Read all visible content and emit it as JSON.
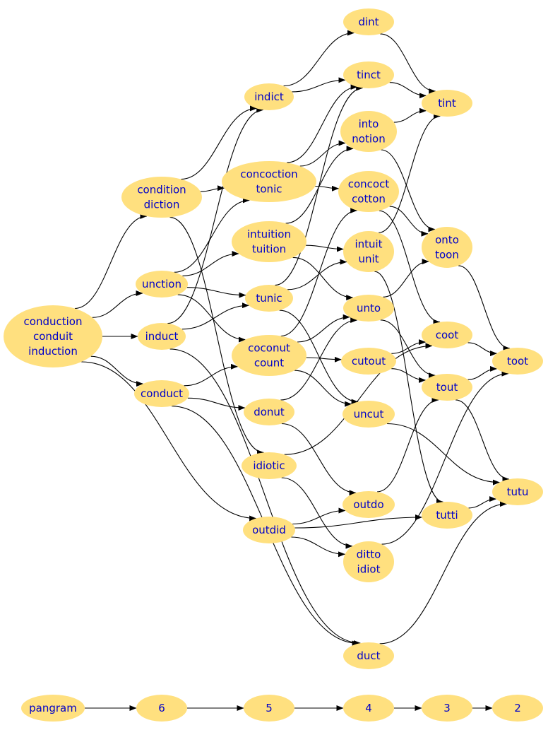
{
  "graph": {
    "node_color": "#ffe07f",
    "label_color": "#0000c8",
    "edge_color": "#000000",
    "nodes": [
      {
        "id": "conduction",
        "lines": [
          "conduction",
          "conduit",
          "induction"
        ]
      },
      {
        "id": "condition",
        "lines": [
          "condition",
          "diction"
        ]
      },
      {
        "id": "unction",
        "lines": [
          "unction"
        ]
      },
      {
        "id": "induct",
        "lines": [
          "induct"
        ]
      },
      {
        "id": "conduct",
        "lines": [
          "conduct"
        ]
      },
      {
        "id": "indict",
        "lines": [
          "indict"
        ]
      },
      {
        "id": "concoction",
        "lines": [
          "concoction",
          "tonic"
        ]
      },
      {
        "id": "intuition",
        "lines": [
          "intuition",
          "tuition"
        ]
      },
      {
        "id": "tunic",
        "lines": [
          "tunic"
        ]
      },
      {
        "id": "coconut",
        "lines": [
          "coconut",
          "count"
        ]
      },
      {
        "id": "donut",
        "lines": [
          "donut"
        ]
      },
      {
        "id": "idiotic",
        "lines": [
          "idiotic"
        ]
      },
      {
        "id": "outdid",
        "lines": [
          "outdid"
        ]
      },
      {
        "id": "dint",
        "lines": [
          "dint"
        ]
      },
      {
        "id": "tinct",
        "lines": [
          "tinct"
        ]
      },
      {
        "id": "into",
        "lines": [
          "into",
          "notion"
        ]
      },
      {
        "id": "concoct",
        "lines": [
          "concoct",
          "cotton"
        ]
      },
      {
        "id": "intuit",
        "lines": [
          "intuit",
          "unit"
        ]
      },
      {
        "id": "unto",
        "lines": [
          "unto"
        ]
      },
      {
        "id": "cutout",
        "lines": [
          "cutout"
        ]
      },
      {
        "id": "uncut",
        "lines": [
          "uncut"
        ]
      },
      {
        "id": "outdo",
        "lines": [
          "outdo"
        ]
      },
      {
        "id": "ditto",
        "lines": [
          "ditto",
          "idiot"
        ]
      },
      {
        "id": "duct",
        "lines": [
          "duct"
        ]
      },
      {
        "id": "tint",
        "lines": [
          "tint"
        ]
      },
      {
        "id": "onto",
        "lines": [
          "onto",
          "toon"
        ]
      },
      {
        "id": "coot",
        "lines": [
          "coot"
        ]
      },
      {
        "id": "tout",
        "lines": [
          "tout"
        ]
      },
      {
        "id": "tutti",
        "lines": [
          "tutti"
        ]
      },
      {
        "id": "toot",
        "lines": [
          "toot"
        ]
      },
      {
        "id": "tutu",
        "lines": [
          "tutu"
        ]
      },
      {
        "id": "pangram",
        "lines": [
          "pangram"
        ]
      },
      {
        "id": "n6",
        "lines": [
          "6"
        ]
      },
      {
        "id": "n5",
        "lines": [
          "5"
        ]
      },
      {
        "id": "n4",
        "lines": [
          "4"
        ]
      },
      {
        "id": "n3",
        "lines": [
          "3"
        ]
      },
      {
        "id": "n2",
        "lines": [
          "2"
        ]
      }
    ],
    "edges": [
      [
        "conduction",
        "condition"
      ],
      [
        "conduction",
        "unction"
      ],
      [
        "conduction",
        "induct"
      ],
      [
        "conduction",
        "conduct"
      ],
      [
        "conduction",
        "outdid"
      ],
      [
        "condition",
        "indict"
      ],
      [
        "condition",
        "concoction"
      ],
      [
        "condition",
        "idiotic"
      ],
      [
        "unction",
        "concoction"
      ],
      [
        "unction",
        "intuition"
      ],
      [
        "unction",
        "tunic"
      ],
      [
        "unction",
        "coconut"
      ],
      [
        "induct",
        "indict"
      ],
      [
        "induct",
        "tunic"
      ],
      [
        "induct",
        "duct"
      ],
      [
        "conduct",
        "coconut"
      ],
      [
        "conduct",
        "donut"
      ],
      [
        "conduct",
        "duct"
      ],
      [
        "indict",
        "dint"
      ],
      [
        "indict",
        "tinct"
      ],
      [
        "concoction",
        "tinct"
      ],
      [
        "concoction",
        "into"
      ],
      [
        "concoction",
        "concoct"
      ],
      [
        "intuition",
        "into"
      ],
      [
        "intuition",
        "intuit"
      ],
      [
        "intuition",
        "unto"
      ],
      [
        "tunic",
        "tinct"
      ],
      [
        "tunic",
        "intuit"
      ],
      [
        "tunic",
        "uncut"
      ],
      [
        "coconut",
        "concoct"
      ],
      [
        "coconut",
        "unto"
      ],
      [
        "coconut",
        "cutout"
      ],
      [
        "coconut",
        "uncut"
      ],
      [
        "donut",
        "unto"
      ],
      [
        "donut",
        "outdo"
      ],
      [
        "idiotic",
        "coot"
      ],
      [
        "idiotic",
        "ditto"
      ],
      [
        "outdid",
        "outdo"
      ],
      [
        "outdid",
        "ditto"
      ],
      [
        "outdid",
        "tutti"
      ],
      [
        "dint",
        "tint"
      ],
      [
        "tinct",
        "tint"
      ],
      [
        "into",
        "tint"
      ],
      [
        "into",
        "onto"
      ],
      [
        "concoct",
        "onto"
      ],
      [
        "concoct",
        "coot"
      ],
      [
        "intuit",
        "tint"
      ],
      [
        "intuit",
        "tutti"
      ],
      [
        "unto",
        "onto"
      ],
      [
        "unto",
        "tout"
      ],
      [
        "cutout",
        "coot"
      ],
      [
        "cutout",
        "tout"
      ],
      [
        "uncut",
        "tutu"
      ],
      [
        "outdo",
        "tout"
      ],
      [
        "ditto",
        "toot"
      ],
      [
        "duct",
        "tutu"
      ],
      [
        "onto",
        "toot"
      ],
      [
        "coot",
        "toot"
      ],
      [
        "tout",
        "toot"
      ],
      [
        "tout",
        "tutu"
      ],
      [
        "tutti",
        "tutu"
      ],
      [
        "pangram",
        "n6"
      ],
      [
        "n6",
        "n5"
      ],
      [
        "n5",
        "n4"
      ],
      [
        "n4",
        "n3"
      ],
      [
        "n3",
        "n2"
      ]
    ]
  }
}
